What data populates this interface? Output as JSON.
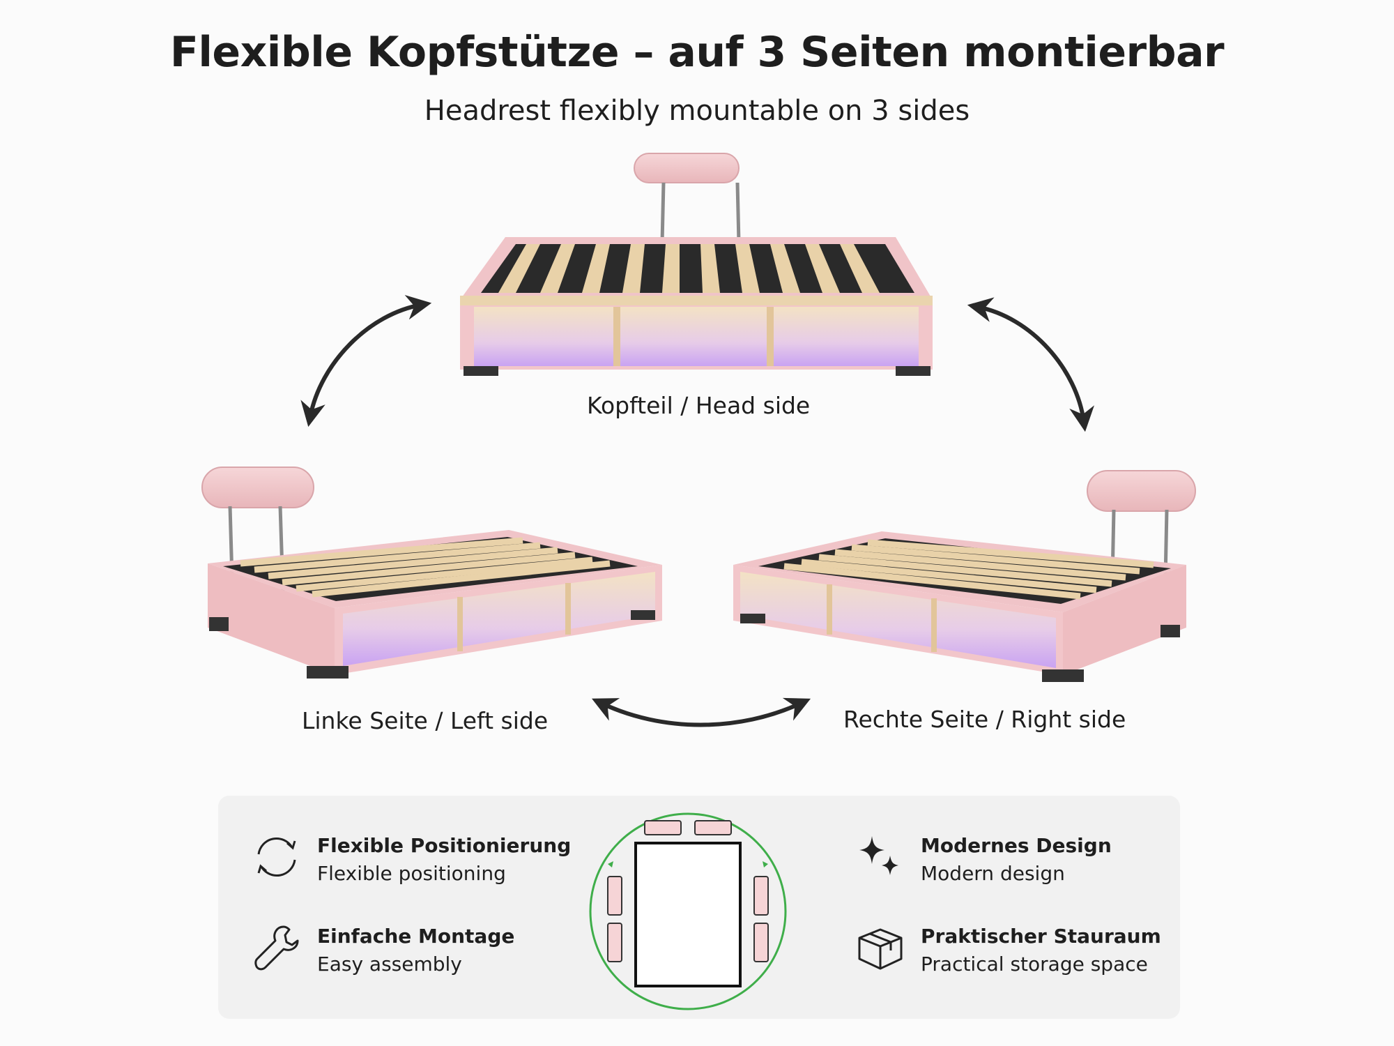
{
  "header": {
    "title": "Flexible Kopfstütze – auf 3 Seiten montierbar",
    "subtitle": "Headrest flexibly mountable on 3 sides"
  },
  "positions": [
    {
      "id": "head",
      "label": "Kopfteil / Head side"
    },
    {
      "id": "left",
      "label": "Linke Seite / Left side"
    },
    {
      "id": "right",
      "label": "Rechte Seite / Right side"
    }
  ],
  "features": [
    {
      "de": "Flexible Positionierung",
      "en": "Flexible positioning",
      "icon": "rotate-icon"
    },
    {
      "de": "Einfache Montage",
      "en": "Easy assembly",
      "icon": "wrench-icon"
    },
    {
      "de": "Modernes Design",
      "en": "Modern design",
      "icon": "sparkle-icon"
    },
    {
      "de": "Praktischer Stauraum",
      "en": "Practical storage space",
      "icon": "box-icon"
    }
  ],
  "colors": {
    "upholstery": "#f2c9cc",
    "upholstery_dark": "#e4b0b4",
    "wood": "#e8d3b0",
    "led": "#caa8f0",
    "arrow": "#2a2a2a",
    "diagram_ring": "#3fae4a",
    "panel": "#f1f1f1"
  }
}
